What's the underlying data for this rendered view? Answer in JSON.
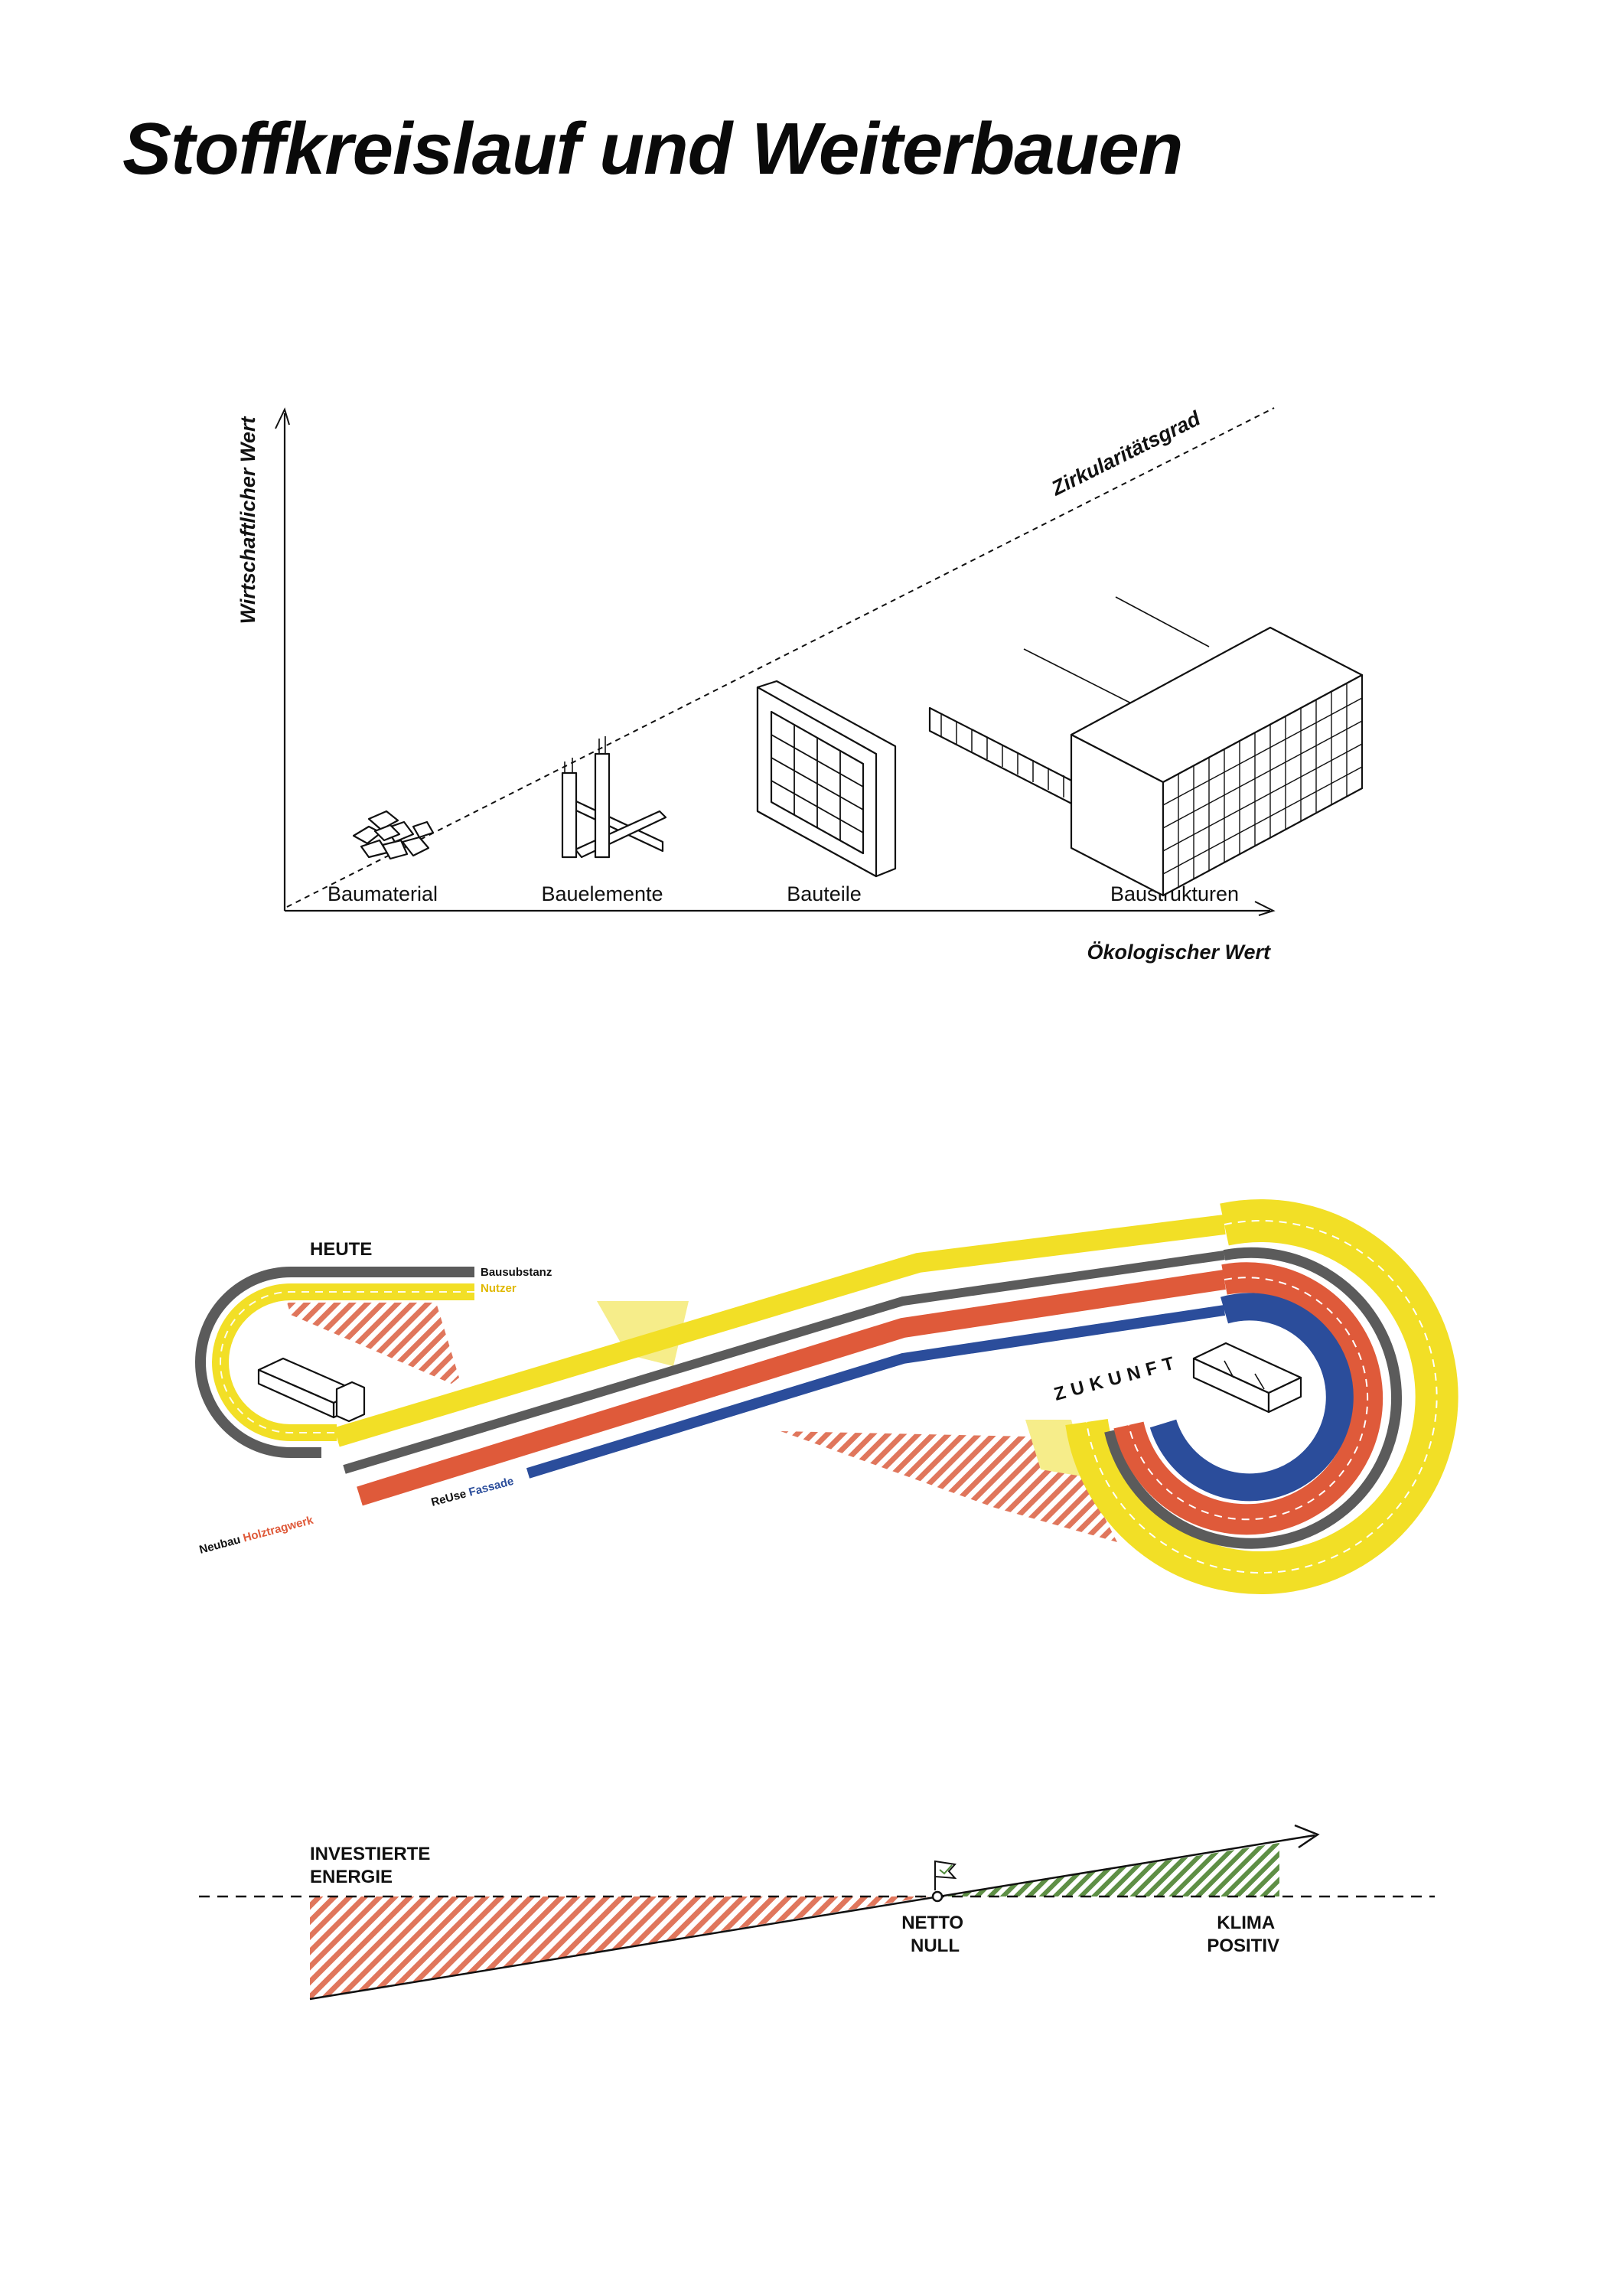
{
  "title": "Stoffkreislauf und Weiterbauen",
  "circularity": {
    "y_axis_label": "Wirtschaftlicher Wert",
    "x_axis_label": "Ökologischer Wert",
    "trend_label": "Zirkularitätsgrad",
    "categories": [
      "Baumaterial",
      "Bauelemente",
      "Bauteile",
      "Baustrukturen"
    ]
  },
  "track": {
    "heute_label": "HEUTE",
    "zukunft_label": "ZUKUNFT",
    "bausubstanz_label": "Bausubstanz",
    "nutzer_label": "Nutzer",
    "neubau_prefix": "Neubau",
    "neubau_highlight": "Holztragwerk",
    "reuse_prefix": "ReUse",
    "reuse_highlight": "Fassade",
    "colors": {
      "bausubstanz": "#5b5b5b",
      "nutzer": "#f2df26",
      "holztragwerk": "#df5a3a",
      "fassade": "#2b4d9b",
      "holztragwerk_light": "#e88b72",
      "nutzer_light": "#f7ef8c"
    }
  },
  "energy": {
    "investierte_line1": "INVESTIERTE",
    "investierte_line2": "ENERGIE",
    "netto_line1": "NETTO",
    "netto_line2": "NULL",
    "klima_line1": "KLIMA",
    "klima_line2": "POSITIV",
    "colors": {
      "negative": "#d9553c",
      "positive": "#4f8a3a"
    }
  }
}
